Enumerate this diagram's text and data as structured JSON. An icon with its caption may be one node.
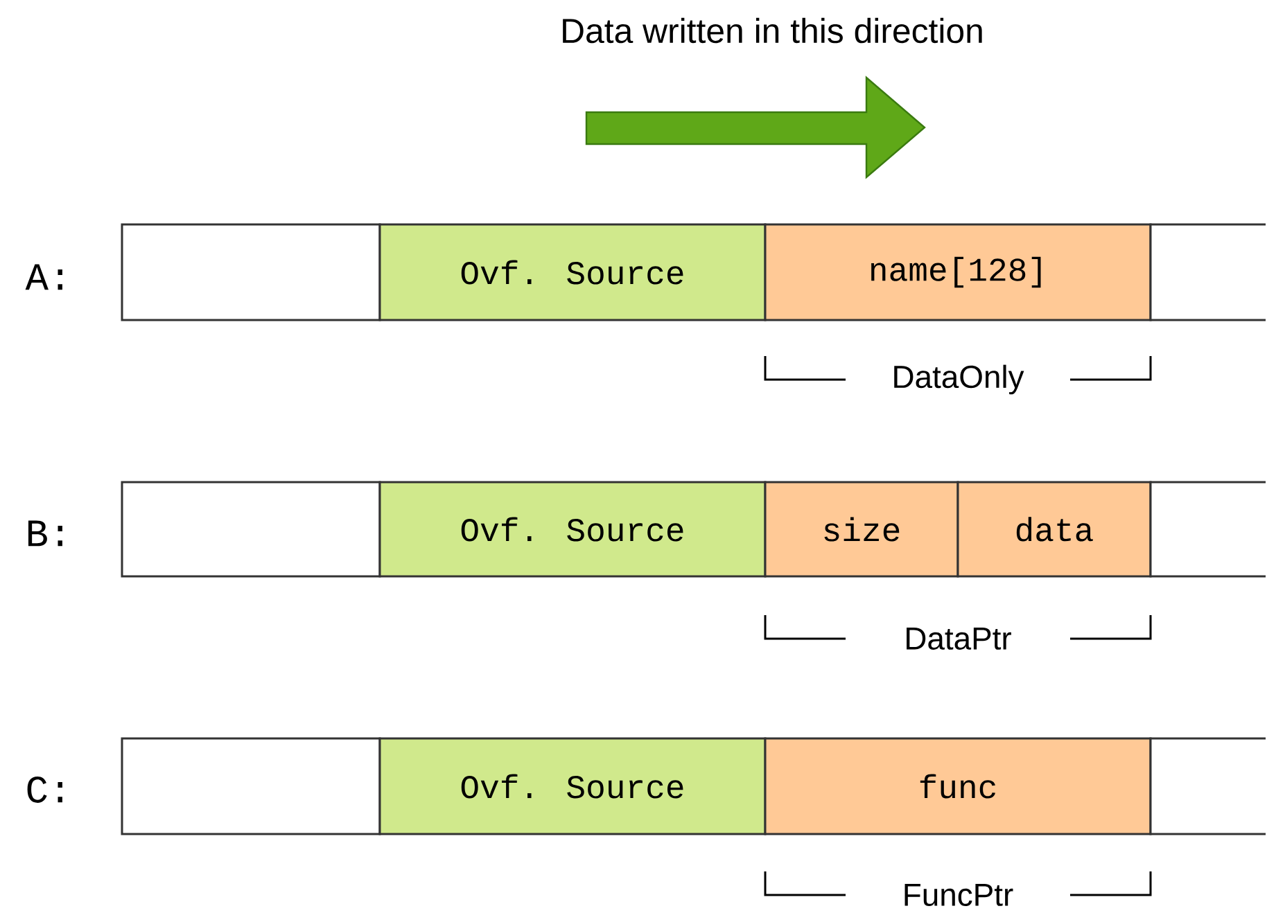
{
  "diagram": {
    "nodes": [
      {
        "text": [],
        "shape": "box"
      },
      {
        "text": [
          "Ovf. Source"
        ]
      },
      {
        "text": [
          "name[128]"
        ]
      },
      {
        "text": [],
        "shape": "box"
      },
      {
        "text": [],
        "shape": "box"
      },
      {
        "text": [
          "Ovf. Source"
        ]
      },
      {
        "text": [
          "size"
        ]
      },
      {
        "text": [
          "data"
        ]
      },
      {
        "text": [],
        "shape": "box"
      },
      {
        "text": [],
        "shape": "box"
      },
      {
        "text": [
          "Ovf. Source"
        ]
      },
      {
        "text": [
          "func"
        ]
      },
      {
        "text": [],
        "shape": "box"
      }
    ],
    "labels": [
      "Data written in this direction",
      "A:",
      "DataOnly",
      "B:",
      "DataPtr",
      "C:",
      "FuncPtr"
    ]
  }
}
